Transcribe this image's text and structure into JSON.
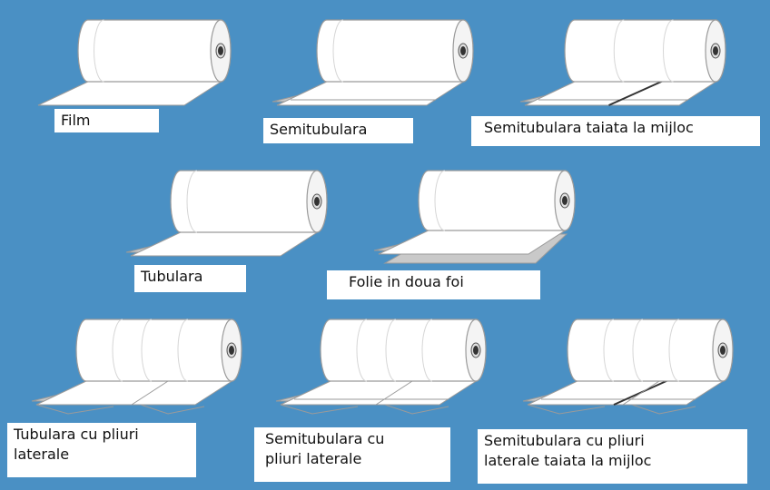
{
  "colors": {
    "background": "#4a90c4",
    "roll_fill": "#ffffff",
    "roll_stroke": "#9a9a9a",
    "film_fill": "#ffffff",
    "shadow_fill": "#c9c9c9",
    "label_background": "#ffffff",
    "label_text": "#111111"
  },
  "items": [
    {
      "id": "film",
      "label": "Film",
      "variant": "film",
      "pleats": false,
      "split": false
    },
    {
      "id": "semitubular",
      "label": "Semitubulara",
      "variant": "semitubular",
      "pleats": false,
      "split": false
    },
    {
      "id": "semitubular-split",
      "label": "Semitubulara taiata la mijloc",
      "variant": "semitubular",
      "pleats": false,
      "split": true
    },
    {
      "id": "tubular",
      "label": "Tubulara",
      "variant": "tubular",
      "pleats": false,
      "split": false
    },
    {
      "id": "two-sheets",
      "label": "Folie in doua foi",
      "variant": "two-sheets",
      "pleats": false,
      "split": false
    },
    {
      "id": "tubular-gussets",
      "label": "Tubulara cu pliuri\nlaterale",
      "variant": "tubular",
      "pleats": true,
      "split": false
    },
    {
      "id": "semitubular-gussets",
      "label": "Semitubulara cu\npliuri laterale",
      "variant": "semitubular",
      "pleats": true,
      "split": false
    },
    {
      "id": "semitubular-gussets-split",
      "label": "Semitubulara cu pliuri\nlaterale taiata la mijloc",
      "variant": "semitubular",
      "pleats": true,
      "split": true
    }
  ]
}
